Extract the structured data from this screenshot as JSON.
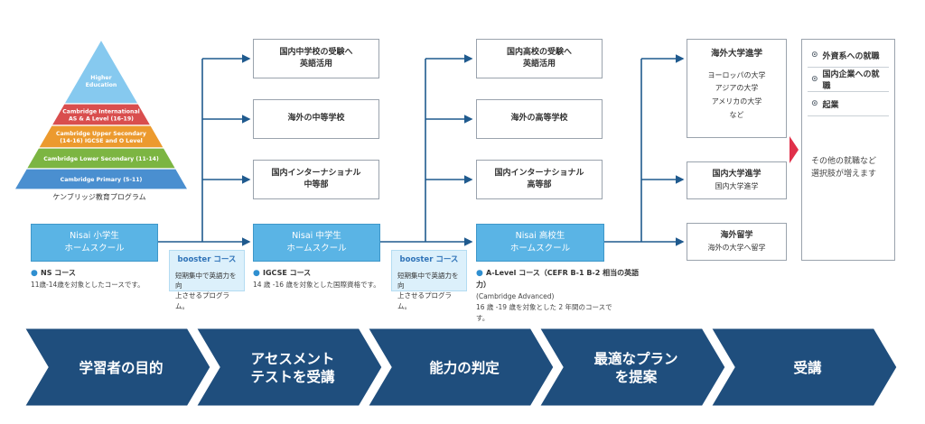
{
  "pyramid": {
    "layers": [
      {
        "label": "Higher\nEducation",
        "color": "#86c9ef"
      },
      {
        "label": "Cambridge International\nAS & A Level (16-19)",
        "color": "#d94e4e"
      },
      {
        "label": "Cambridge Upper Secondary\n(14-16) IGCSE and O Level",
        "color": "#ec9a2e"
      },
      {
        "label": "Cambridge Lower Secondary (11-14)",
        "color": "#7cb542"
      },
      {
        "label": "Cambridge Primary (5-11)",
        "color": "#4a8fd0"
      }
    ],
    "caption": "ケンブリッジ教育プログラム"
  },
  "stage1": {
    "nisai": [
      "Nisai 小学生",
      "ホームスクール"
    ],
    "course_title": "NS コース",
    "course_desc": "11歳-14歳を対象としたコースです。"
  },
  "booster1": {
    "title": "booster コース",
    "desc": [
      "短期集中で英語力を向",
      "上させるプログラム。"
    ]
  },
  "stage2": {
    "targets": [
      {
        "title": [
          "国内中学校の受験へ",
          "英語活用"
        ]
      },
      {
        "title": [
          "海外の中等学校"
        ]
      },
      {
        "title": [
          "国内インターナショナル",
          "中等部"
        ]
      }
    ],
    "nisai": [
      "Nisai 中学生",
      "ホームスクール"
    ],
    "course_title": "IGCSE コース",
    "course_desc": "14 歳 -16 歳を対象とした国際資格です。"
  },
  "booster2": {
    "title": "booster コース",
    "desc": [
      "短期集中で英語力を向",
      "上させるプログラム。"
    ]
  },
  "stage3": {
    "targets": [
      {
        "title": [
          "国内高校の受験へ",
          "英語活用"
        ]
      },
      {
        "title": [
          "海外の高等学校"
        ]
      },
      {
        "title": [
          "国内インターナショナル",
          "高等部"
        ]
      }
    ],
    "nisai": [
      "Nisai 高校生",
      "ホームスクール"
    ],
    "course_title": "A-Level コース（CEFR B-1 B-2 相当の英語力）",
    "course_desc": [
      "(Cambridge Advanced)",
      "16 歳 -19 歳を対象とした 2 年間のコースで",
      "す。"
    ]
  },
  "stage4": {
    "overseas_univ": {
      "title": "海外大学進学",
      "items": [
        "ヨーロッパの大学",
        "アジアの大学",
        "アメリカの大学",
        "など"
      ]
    },
    "domestic_univ": {
      "title": "国内大学進学",
      "sub": "国内大学進学"
    },
    "study_abroad": {
      "title": "海外留学",
      "sub": "海外の大学へ留学"
    }
  },
  "final": {
    "items": [
      "外資系への就職",
      "国内企業への就職",
      "起業"
    ],
    "note": [
      "その他の就職など",
      "選択肢が増えます"
    ],
    "accent": "#e0304a"
  },
  "process": {
    "color": "#1f4e7d",
    "steps": [
      [
        "学習者の目的"
      ],
      [
        "アセスメント",
        "テストを受講"
      ],
      [
        "能力の判定"
      ],
      [
        "最適なプラン",
        "を提案"
      ],
      [
        "受講"
      ]
    ]
  }
}
